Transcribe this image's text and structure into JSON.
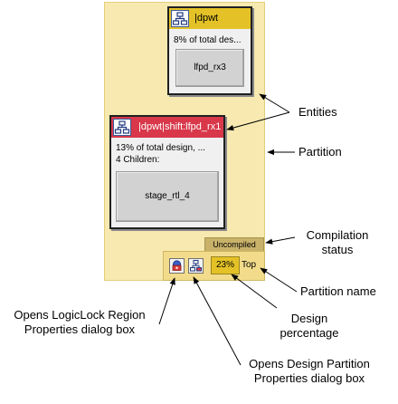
{
  "entities": [
    {
      "name": "|dpwt",
      "line1": "8% of total des...",
      "line2": "",
      "child_box": "lfpd_rx3"
    },
    {
      "name": "|dpwt|shift:lfpd_rx1",
      "line1": "13% of total design, ...",
      "line2": "4 Children:",
      "child_box": "stage_rtl_4"
    }
  ],
  "partition": {
    "status": "Uncompiled",
    "percentage": "23%",
    "name": "Top"
  },
  "annotations": {
    "entities": "Entities",
    "partition": "Partition",
    "compilation_status_l1": "Compilation",
    "compilation_status_l2": "status",
    "partition_name": "Partition name",
    "design_percentage_l1": "Design",
    "design_percentage_l2": "percentage",
    "logiclock_l1": "Opens LogicLock Region",
    "logiclock_l2": "Properties dialog box",
    "design_partition_l1": "Opens Design Partition",
    "design_partition_l2": "Properties dialog box"
  },
  "icons": {
    "entity": "hierarchy-icon",
    "logiclock_button": "logiclock-region-icon",
    "partition_button": "design-partition-icon"
  },
  "colors": {
    "partition_fill": "#f7e9b0",
    "entity1_header": "#e4c227",
    "entity2_header": "#d8384a"
  }
}
